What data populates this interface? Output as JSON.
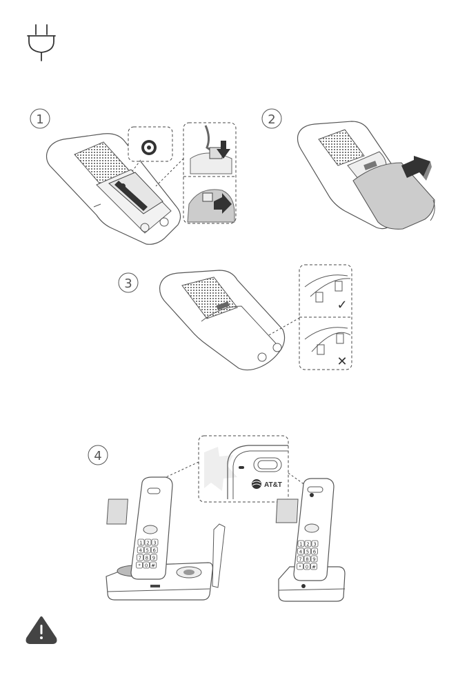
{
  "steps": [
    {
      "number": "1",
      "title": ""
    },
    {
      "number": "2",
      "title": ""
    },
    {
      "number": "3",
      "title": ""
    },
    {
      "number": "4",
      "title": ""
    }
  ],
  "brand": {
    "name": "AT&T",
    "small_mark": "AT&T"
  },
  "marks": {
    "correct": "✓",
    "incorrect": "✕"
  },
  "keypad": {
    "keys": [
      "1",
      "2",
      "3",
      "4",
      "5",
      "6",
      "7",
      "8",
      "9",
      "*",
      "0",
      "#"
    ]
  },
  "icons": {
    "power": "power-plug-icon",
    "warning": "warning-icon"
  },
  "colors": {
    "line": "#555555",
    "light_fill": "#eeeeee",
    "mid_fill": "#cccccc",
    "dark_fill": "#444444"
  }
}
